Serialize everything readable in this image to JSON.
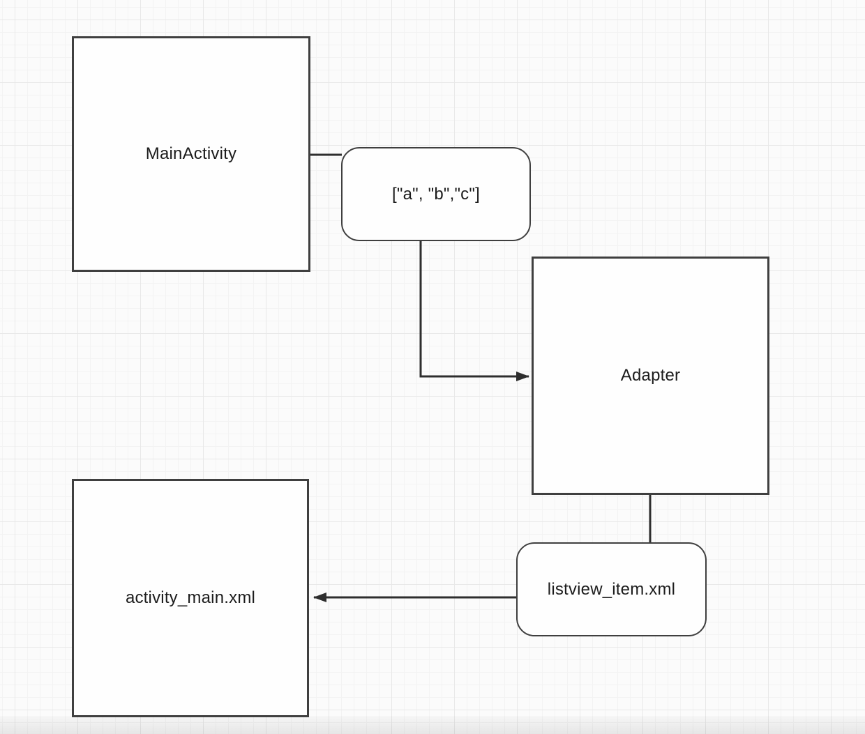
{
  "diagram": {
    "nodes": {
      "mainactivity": {
        "label": "MainActivity",
        "shape": "rectangle"
      },
      "array_literal": {
        "label": "[\"a\", \"b\",\"c\"]",
        "shape": "rounded"
      },
      "adapter": {
        "label": "Adapter",
        "shape": "rectangle"
      },
      "listview_item": {
        "label": "listview_item.xml",
        "shape": "rounded"
      },
      "activity_main": {
        "label": "activity_main.xml",
        "shape": "rectangle"
      }
    },
    "edges": [
      {
        "from": "mainactivity",
        "to": "array_literal",
        "arrow": "none"
      },
      {
        "from": "array_literal",
        "to": "adapter",
        "arrow": "target"
      },
      {
        "from": "adapter",
        "to": "listview_item",
        "arrow": "none"
      },
      {
        "from": "listview_item",
        "to": "activity_main",
        "arrow": "target"
      }
    ],
    "colors": {
      "node_border": "#3f3f3f",
      "node_fill": "#fefefe",
      "edge_stroke": "#2e2e2e",
      "label_text": "#1c1c1c",
      "grid_minor": "#f3f3f3",
      "grid_major": "#e8e8e8",
      "canvas_bg": "#fbfbfb"
    }
  }
}
